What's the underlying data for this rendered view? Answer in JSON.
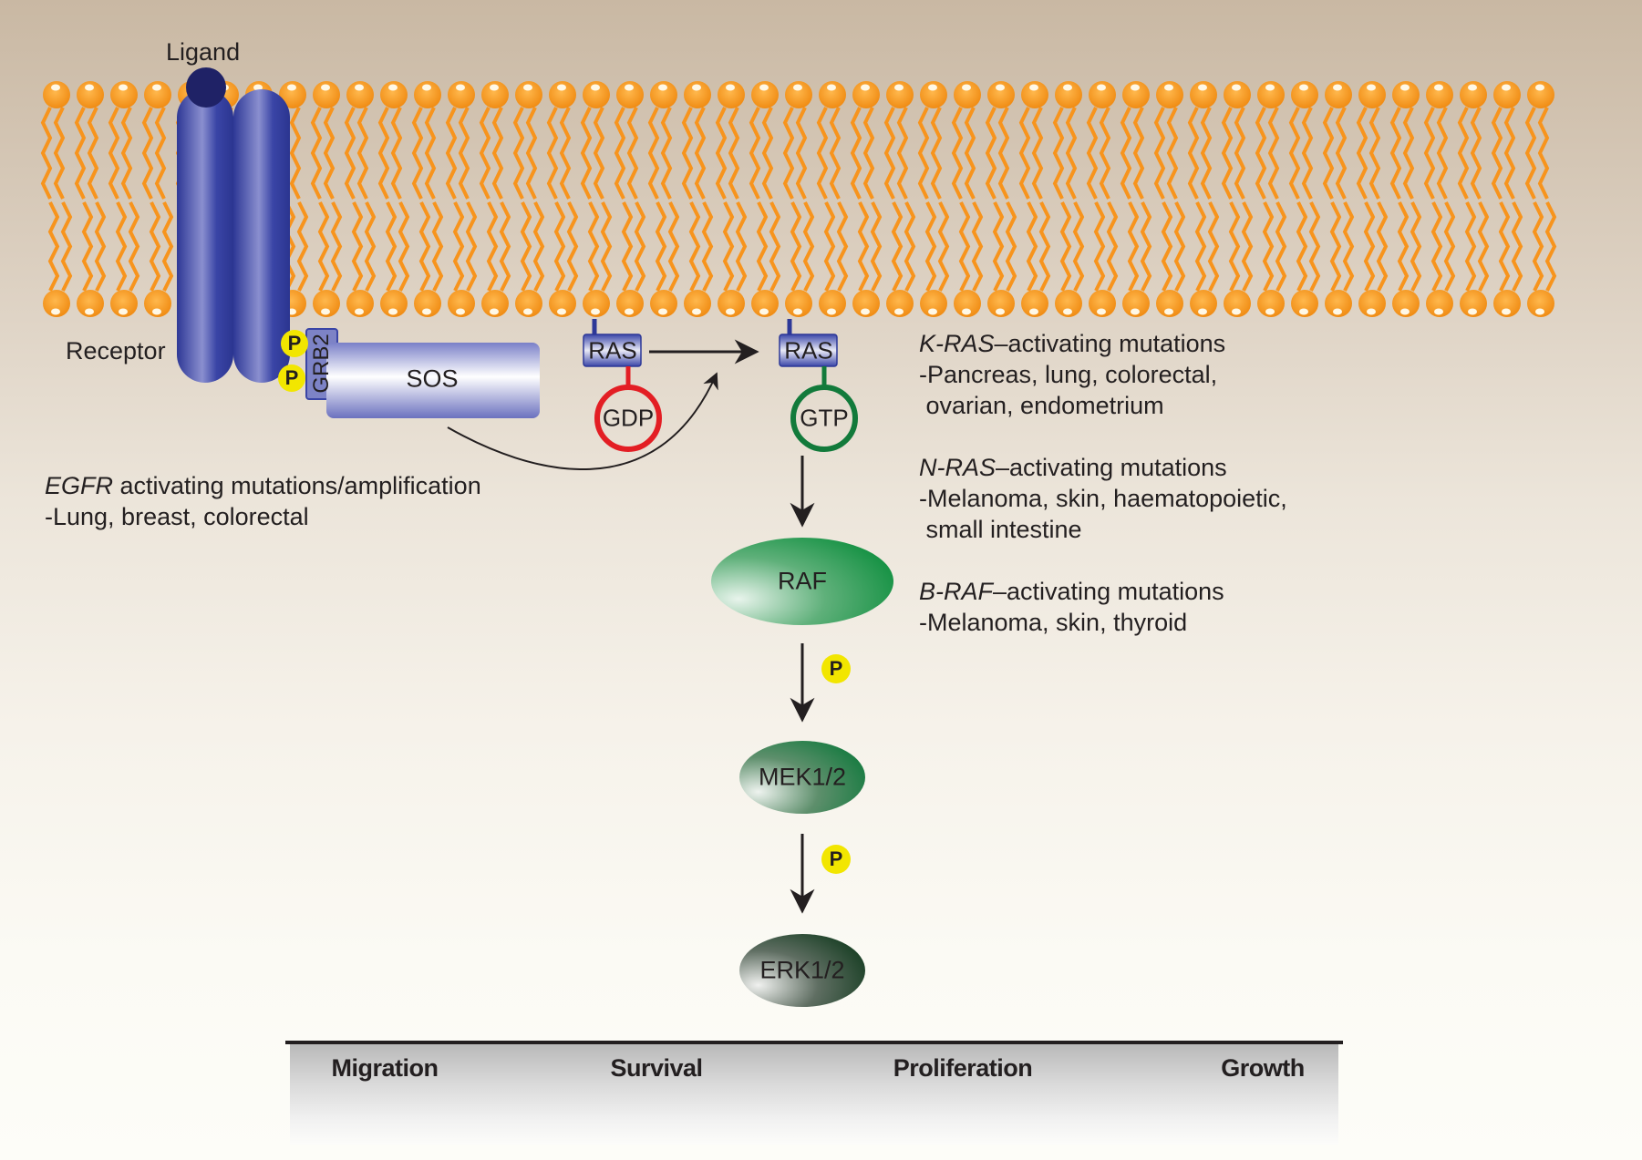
{
  "membrane": {
    "label_ligand": "Ligand",
    "label_receptor": "Receptor"
  },
  "adaptors": {
    "grb2": "GRB2",
    "sos": "SOS",
    "phospho": "P"
  },
  "ras": {
    "inactive_label": "RAS",
    "active_label": "RAS",
    "gdp": "GDP",
    "gtp": "GTP"
  },
  "cascade": {
    "raf": "RAF",
    "mek": "MEK1/2",
    "erk": "ERK1/2",
    "phospho_1": "P",
    "phospho_2": "P"
  },
  "annotations": {
    "egfr": {
      "gene": "EGFR",
      "text": " activating mutations/amplification",
      "tissues": "-Lung, breast, colorectal"
    },
    "kras": {
      "gene": "K-RAS",
      "text": "–activating mutations",
      "tissues_1": "-Pancreas, lung, colorectal,",
      "tissues_2": " ovarian, endometrium"
    },
    "nras": {
      "gene": "N-RAS",
      "text": "–activating mutations",
      "tissues_1": "-Melanoma, skin, haematopoietic,",
      "tissues_2": " small intestine"
    },
    "braf": {
      "gene": "B-RAF",
      "text": "–activating mutations",
      "tissues_1": "-Melanoma, skin, thyroid"
    }
  },
  "outcomes": [
    "Migration",
    "Survival",
    "Proliferation",
    "Growth"
  ],
  "colors": {
    "lipid": "#f7941d",
    "receptor": "#3b47a3",
    "ligand": "#1f2266",
    "phospho": "#f2e600",
    "gdp_ring": "#e31e24",
    "gtp_ring": "#127a3b",
    "raf": "#1a9a4a",
    "mek": "#1d7a45",
    "erk": "#1f4a2a"
  }
}
